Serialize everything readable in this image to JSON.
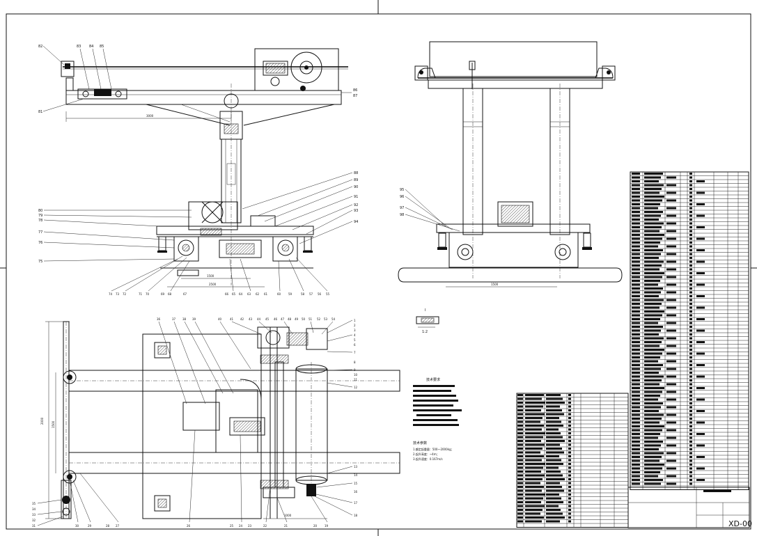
{
  "drawing": {
    "drawing_number": "XD-00",
    "scale_note": "1:2",
    "detail_mark": "I"
  },
  "dimensions": {
    "top_left_span": "3000",
    "mid_left_width": "1500",
    "mid_left_sub": "2500",
    "bottom_left_height": "2000",
    "bottom_left_sub": "1500",
    "bottom_mid": "1000",
    "top_right_width": "1500"
  },
  "top_left_labels": [
    "82",
    "83",
    "84",
    "85",
    "86",
    "87",
    "81"
  ],
  "mid_left_left_labels": [
    "80",
    "79",
    "78",
    "77",
    "76",
    "75"
  ],
  "mid_left_bottom_labels": [
    "74",
    "73",
    "72",
    "71",
    "70",
    "69",
    "68",
    "67",
    "66",
    "65",
    "64",
    "63",
    "62",
    "61",
    "60",
    "59",
    "58",
    "57",
    "56",
    "55"
  ],
  "mid_left_right_labels": [
    "88",
    "89",
    "90",
    "91",
    "92",
    "93",
    "94"
  ],
  "bottom_top_labels": [
    "36",
    "37",
    "38",
    "39",
    "40",
    "41",
    "42",
    "43",
    "44",
    "45",
    "46",
    "47",
    "48",
    "49",
    "50",
    "51",
    "52",
    "53",
    "54"
  ],
  "bottom_right_labels": [
    "1",
    "2",
    "3",
    "4",
    "5",
    "6",
    "7",
    "8",
    "9",
    "10",
    "11",
    "12",
    "13",
    "14",
    "15",
    "16",
    "17",
    "18"
  ],
  "bottom_bottom_labels": [
    "35",
    "34",
    "33",
    "32",
    "31",
    "30",
    "29",
    "28",
    "27",
    "26",
    "25",
    "24",
    "23",
    "22",
    "21",
    "20",
    "19"
  ],
  "right_side_labels": [
    "95",
    "96",
    "97",
    "98"
  ],
  "notes_title": "技术要求",
  "params_title": "技术参数",
  "params": [
    "1.额定起重量：500～2000kg；",
    "2.起升高度：~4m；",
    "3.起升速度：0.167m/s"
  ]
}
